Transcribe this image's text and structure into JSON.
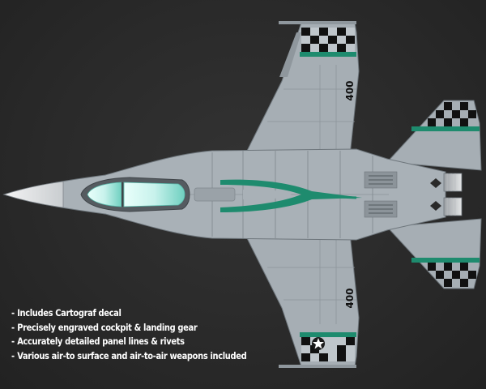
{
  "aircraft": {
    "modex_number": "400",
    "camouflage_color": "#a4acb2",
    "accent_color": "#1e8b6e",
    "canopy_color": "#d7f6f2",
    "check_colors": [
      "#111111",
      "#bfc6cb"
    ],
    "icons": [
      "star-insignia-icon"
    ]
  },
  "features": [
    "Includes Cartograf decal",
    "Precisely engraved cockpit & landing gear",
    "Accurately detailed panel lines & rivets",
    "Various air-to surface and air-to-air weapons included"
  ]
}
